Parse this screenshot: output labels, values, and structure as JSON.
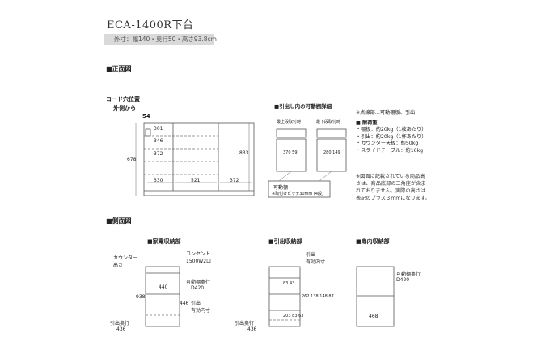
{
  "header": {
    "title": "ECA-1400R下台",
    "spec": "外寸：幅140・奥行50・高さ93.8cm"
  },
  "front": {
    "heading": "■正面図",
    "cord_label_1": "コード穴位置",
    "cord_label_2": "外側から",
    "cord_value": "54",
    "dims": {
      "d301": "301",
      "d346": "346",
      "d372a": "372",
      "d330": "330",
      "d521": "521",
      "d372b": "372",
      "d678": "678",
      "d833": "833"
    }
  },
  "drawer_detail": {
    "heading": "■引出し内の可動棚詳細",
    "top_label": "最上段取付時",
    "bottom_label": "最下段取付時",
    "top_dims": "370 59",
    "bottom_dims": "280 149",
    "shelf_label": "可動棚",
    "shelf_note": "※取付けピッチ30mm (4段)"
  },
  "notes": {
    "dotted": "※点線部…可動棚板、引出",
    "load_heading": "■ 耐荷重",
    "load_items": [
      "・棚板：約20kg（1枚あたり）",
      "・引出：約20kg（1杯あたり）",
      "・カウンター天板：約50kg",
      "・スライドテーブル：約10kg"
    ],
    "disclaimer": [
      "※図面に記載されている商品高",
      "さは、商品底部の三角座が含ま",
      "れておりません。実際の高さは",
      "表記のプラス３mmになります。"
    ]
  },
  "side": {
    "heading": "■側面図",
    "appliance": {
      "heading": "■家電収納部",
      "counter_1": "カウンター",
      "counter_2": "高さ",
      "outlet_1": "コンセント",
      "outlet_2": "1500W2口",
      "d440": "440",
      "shelf_depth_1": "可動棚奥行",
      "shelf_depth_2": "D420",
      "d938": "938",
      "d446": "446",
      "drawer_in_1": "引出",
      "drawer_in_2": "有効内寸",
      "drawer_depth": "引出奥行",
      "d436": "436"
    },
    "drawer": {
      "heading": "■引出収納部",
      "inner_1": "引出",
      "inner_2": "有効内寸",
      "top_dims": "83 43",
      "right_dims": "262 138 148 87",
      "bottom_dims": "203 83 63",
      "drawer_depth": "引出奥行",
      "d436": "436"
    },
    "cabinet": {
      "heading": "■扉内収納部",
      "shelf_depth_1": "可動棚奥行",
      "shelf_depth_2": "D420",
      "d468": "468"
    }
  }
}
